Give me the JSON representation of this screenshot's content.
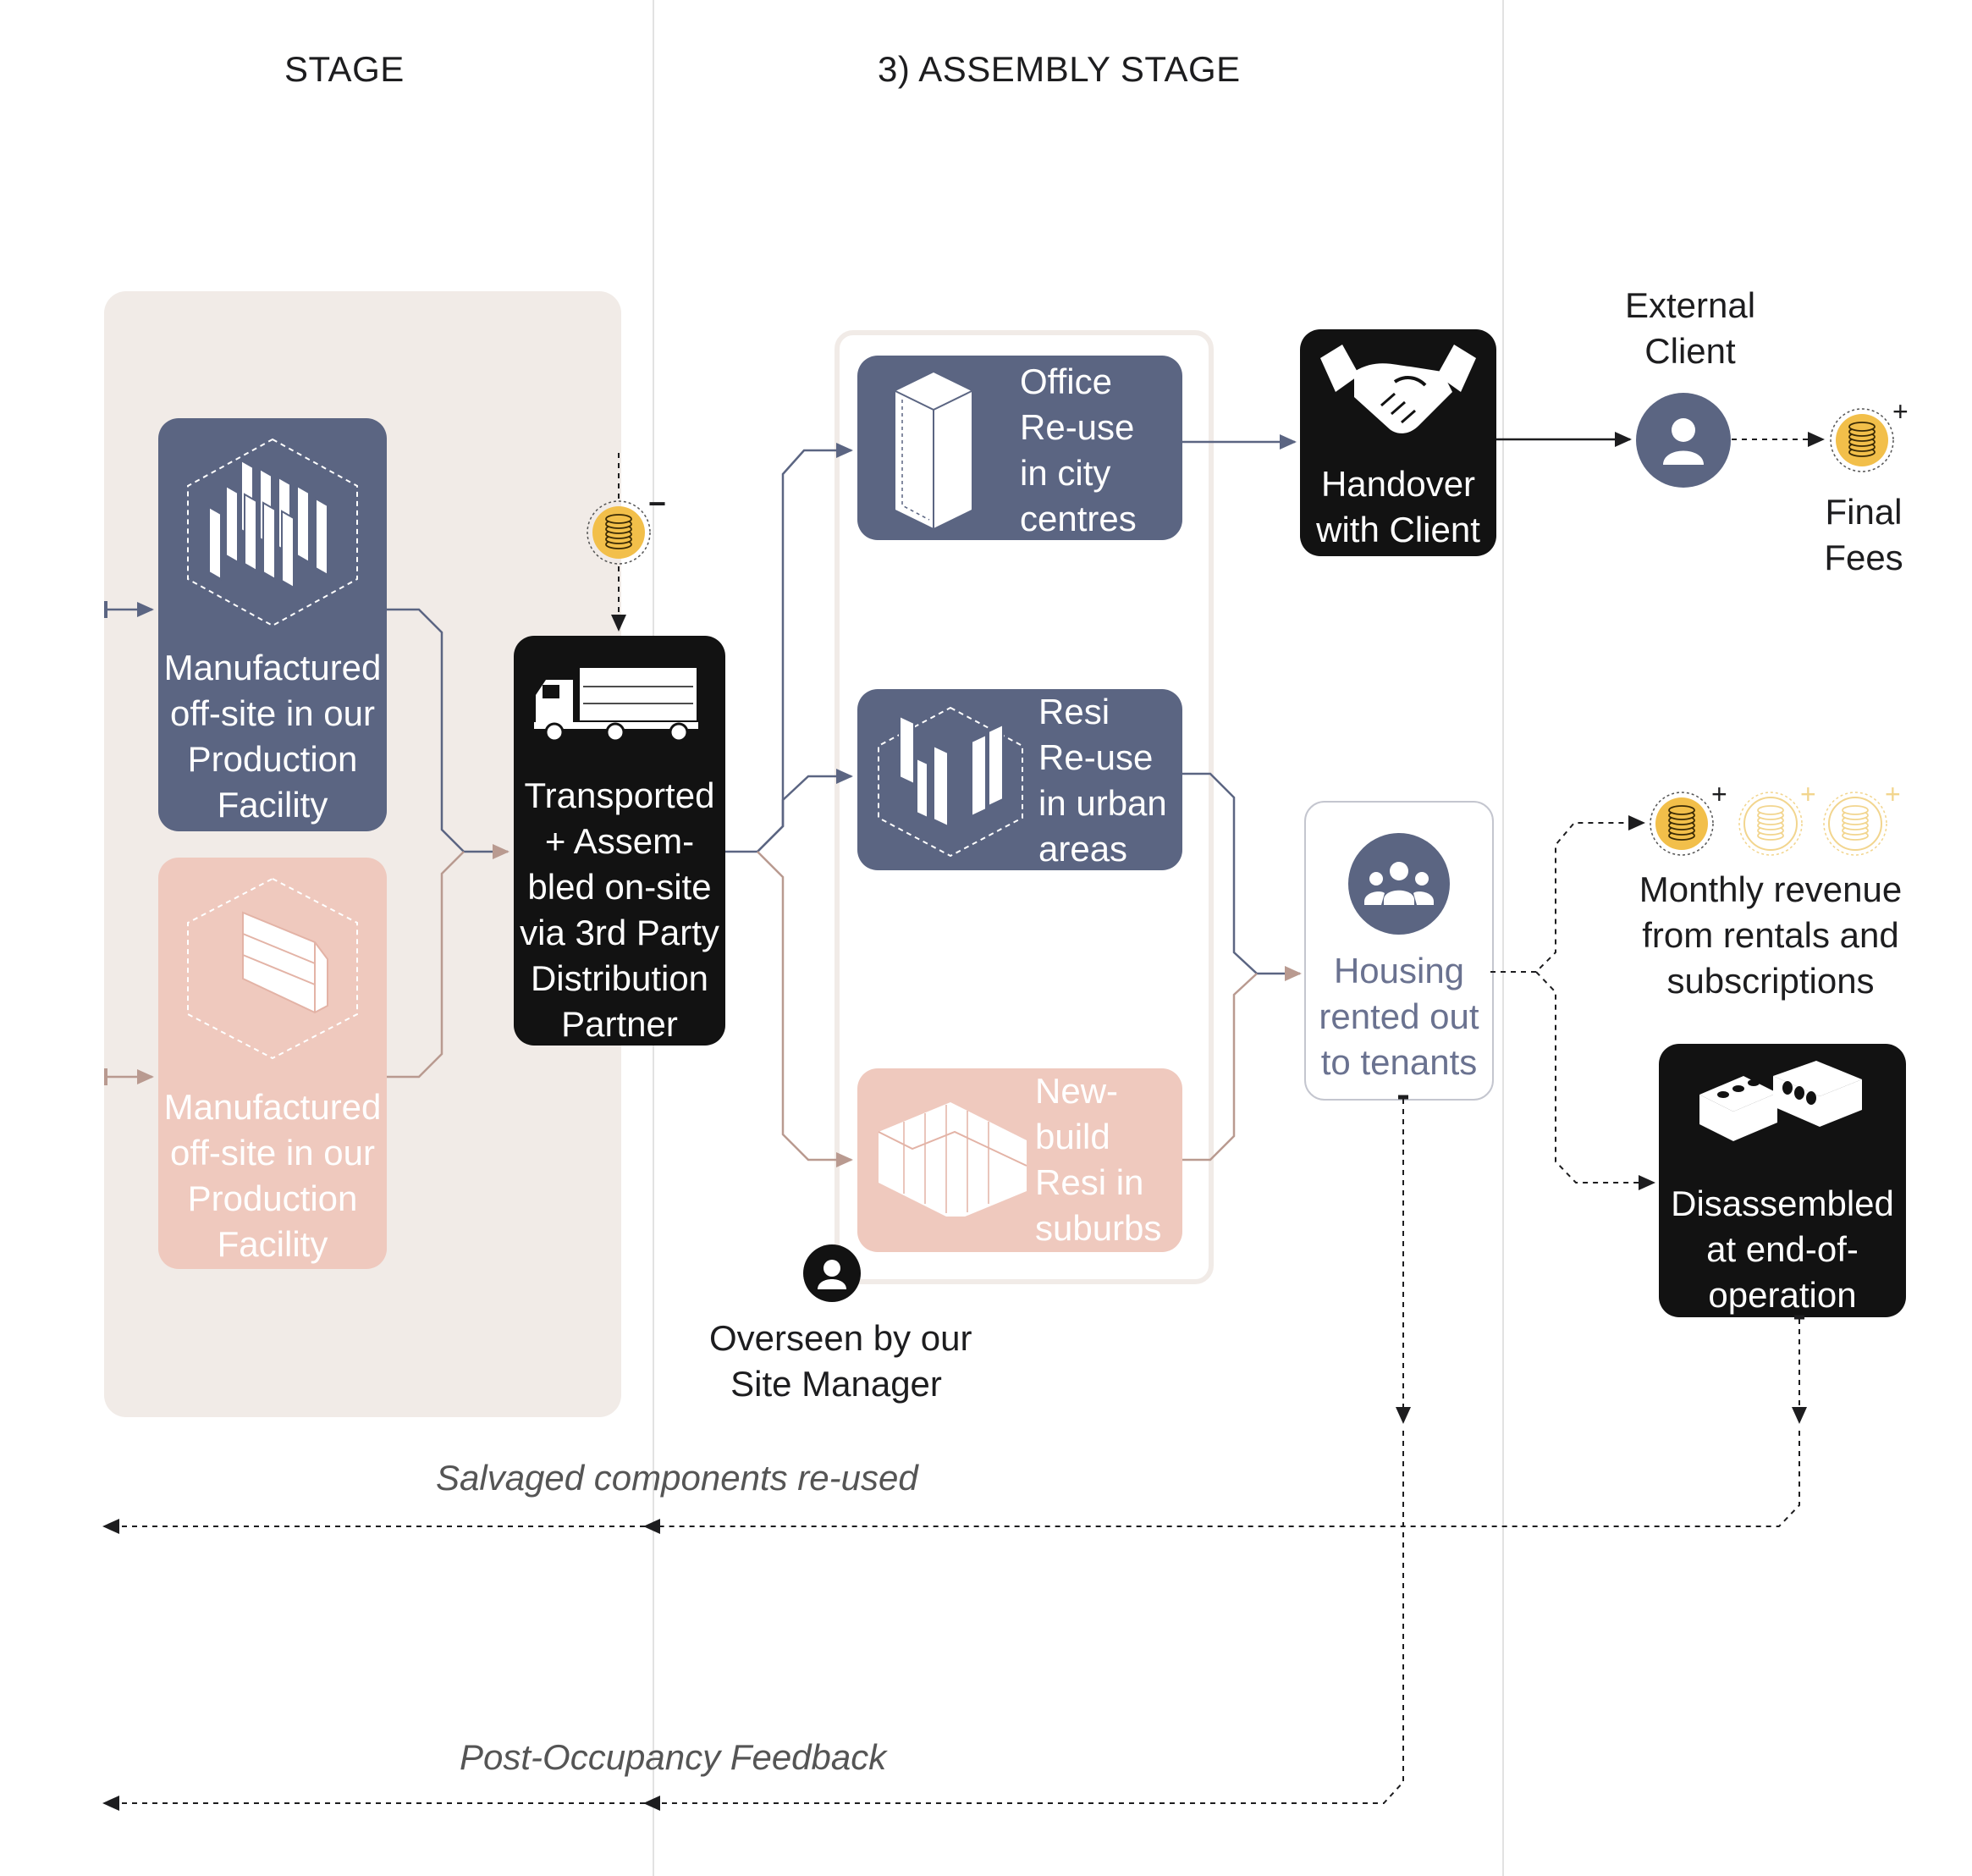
{
  "stages": {
    "left_title": "STAGE",
    "middle_title": "3) ASSEMBLY STAGE"
  },
  "cards": {
    "manufactured_top": "Manufactured\noff-site in our\nProduction\nFacility",
    "manufactured_bottom": "Manufactured\noff-site in our\nProduction\nFacility",
    "transported": "Transported\n+ Assem-\nbled on-site\nvia 3rd Party\nDistribution\nPartner",
    "office_reuse": "Office\nRe-use\nin city\ncentres",
    "resi_reuse": "Resi\nRe-use\nin urban\nareas",
    "newbuild": "New-\nbuild\nResi in\nsuburbs",
    "handover": "Handover\nwith Client",
    "housing": "Housing\nrented out\nto tenants",
    "disassembled": "Disassembled\nat end-of-\noperation"
  },
  "labels": {
    "external_client": "External\nClient",
    "final_fees": "Final\nFees",
    "monthly_revenue": "Monthly revenue\nfrom rentals and\nsubscriptions",
    "site_manager": "Overseen by our\nSite Manager",
    "salvaged": "Salvaged components re-used",
    "feedback": "Post-Occupancy Feedback",
    "minus_sign": "−",
    "plus_sign": "+"
  },
  "icons": {
    "box_icon": "stacked-panels-icon",
    "house_icon": "house-block-icon",
    "truck_icon": "truck-icon",
    "tower_icon": "tower-block-icon",
    "frames_icon": "frame-panels-icon",
    "longhouse_icon": "longhouse-icon",
    "handshake_icon": "handshake-icon",
    "client_icon": "user-icon",
    "tenants_icon": "group-users-icon",
    "bricks_icon": "bricks-icon",
    "coins_icon": "coins-icon",
    "manager_icon": "user-icon"
  },
  "colors": {
    "slate": "#5b6582",
    "blush": "#efc9be",
    "black": "#121212",
    "panel": "#f1ebe7",
    "coin": "#f2bf4a",
    "flow_slate": "#5b6582",
    "flow_blush": "#b99a90"
  }
}
